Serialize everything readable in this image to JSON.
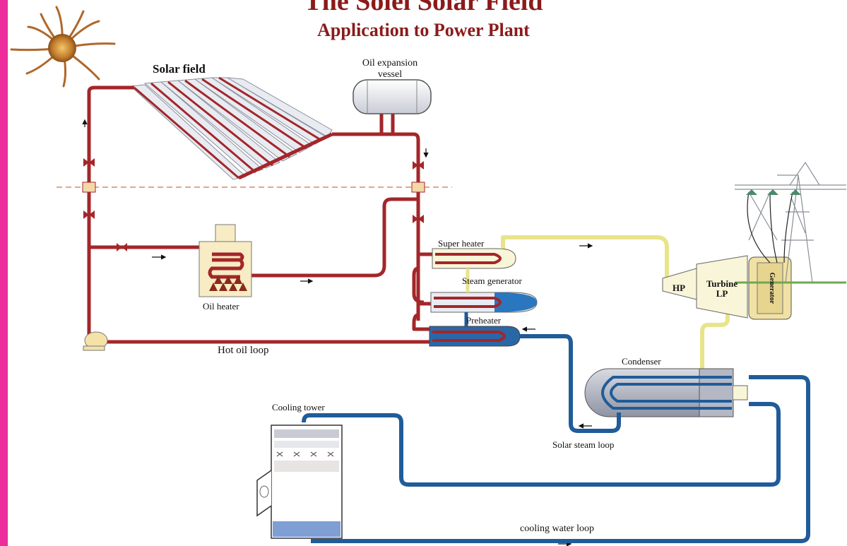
{
  "title": "The Solel Solar Field",
  "subtitle": "Application to Power Plant",
  "labels": {
    "solar_field": "Solar field",
    "oil_expansion_line1": "Oil expansion",
    "oil_expansion_line2": "vessel",
    "oil_heater": "Oil heater",
    "hot_oil_loop": "Hot oil loop",
    "super_heater": "Super heater",
    "steam_generator": "Steam generator",
    "preheater": "Preheater",
    "hp": "HP",
    "turbine": "Turbine",
    "lp": "LP",
    "generator": "Generator",
    "condenser": "Condenser",
    "solar_steam_loop": "Solar steam loop",
    "cooling_tower": "Cooling tower",
    "cooling_water_loop": "cooling water loop"
  },
  "colors": {
    "accent_bar": "#ec2d9b",
    "title": "#8b1a1a",
    "oil_pipe": "#a3262a",
    "steam_pipe": "#e8e48a",
    "water_pipe": "#1f5c99"
  },
  "icons": [
    "sun-icon",
    "pylon-icon",
    "pump-icon",
    "valve-icon"
  ]
}
